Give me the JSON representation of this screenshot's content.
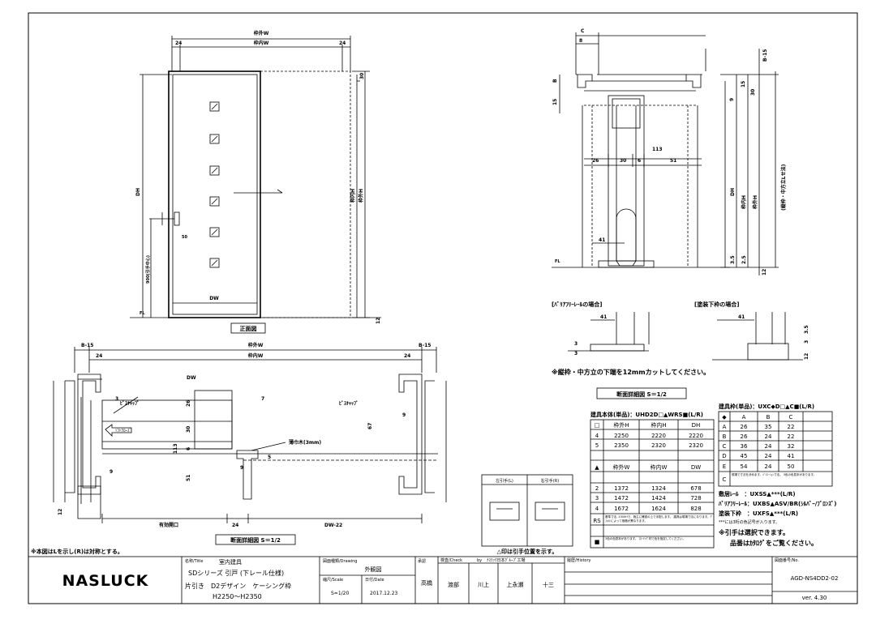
{
  "front_view": {
    "dim_frame_outer_w": "枠外W",
    "dim_frame_inner_w": "枠内W",
    "dim_24_left": "24",
    "dim_24_right": "24",
    "dim_30": "30",
    "dim_dh": "DH",
    "dim_frame_inner_h": "枠内H",
    "dim_frame_outer_h": "枠外H",
    "dim_50": "50",
    "dim_handle_center": "900(引手中心)",
    "dim_dw": "DW",
    "dim_12": "12",
    "fl": "FL",
    "caption": "正面図"
  },
  "section_top": {
    "c": "C",
    "eight": "8",
    "b15": "B-15",
    "b": "B",
    "fifteen": "15",
    "nine": "9",
    "fifteen2": "15",
    "thirty": "30",
    "d113": "113",
    "d26": "26",
    "d30": "30",
    "d6": "6",
    "d51": "51",
    "d41": "41",
    "dh": "DH",
    "inner_h": "枠内H",
    "outer_h": "枠外H",
    "note_vertical": "(縦枠・中方立Lせ法)",
    "d35": "3.5",
    "d25": "2.5",
    "d12": "12",
    "fl": "FL"
  },
  "subviews": {
    "barrier_title": "[ﾊﾞﾘｱﾌﾘｰﾚｰﾙの場合]",
    "paint_title": "[塗装下枠の場合]",
    "d41a": "41",
    "d41b": "41",
    "d3a": "3",
    "d3b": "3",
    "d35": "3.5",
    "d3c": "3",
    "d12": "12",
    "note": "※縦枠・中方立の下端を12mmカットしてください。",
    "caption": "断面詳細図 S＝1/2"
  },
  "section_plan": {
    "b15_left": "B-15",
    "b15_right": "B-15",
    "outer_w": "枠外W",
    "inner_w": "枠内W",
    "d24_left": "24",
    "d24_right": "24",
    "dw": "DW",
    "d3": "3",
    "screw_cap_left": "ﾋﾞｽｷｬｯﾌﾟ",
    "screw_cap_right": "ﾋﾞｽｷｬｯﾌﾟ",
    "soft_close": "ｿﾌﾄｸﾛｰｽﾞ",
    "d26": "26",
    "d7": "7",
    "d30": "30",
    "d113": "113",
    "d6": "6",
    "d51": "51",
    "d9a": "9",
    "d9b": "9",
    "d9c": "9",
    "d67": "67",
    "d5": "5",
    "d12": "12",
    "thin_wood": "薄巾木(3mm)",
    "eff_open": "有効開口",
    "d24": "24",
    "dw22": "DW-22",
    "caption": "断面詳細図 S＝1/2",
    "note": "※本図はLを示し(R)は対称とする。"
  },
  "table_h": {
    "title": "建具本体(単品)：UHD2D□▲WRS■(L/R)",
    "headers": [
      "□",
      "枠外H",
      "枠内H",
      "DH"
    ],
    "rows": [
      [
        "4",
        "2250",
        "2220",
        "2220"
      ],
      [
        "5",
        "2350",
        "2320",
        "2320"
      ]
    ],
    "headers2": [
      "▲",
      "枠外W",
      "枠内W",
      "DW"
    ],
    "rows2": [
      [
        "2",
        "1372",
        "1324",
        "678"
      ],
      [
        "3",
        "1472",
        "1424",
        "728"
      ],
      [
        "4",
        "1672",
        "1624",
        "828"
      ]
    ],
    "rs": "RS",
    "rs_note": "基準寸法, 1300Hで、施主に確認の上で手配します。 建具は現場寸法になります。ﾃﾞﾌｫﾙﾄによって価格が異なります。",
    "sq": "■",
    "sq_note": "3色の色見本があります。 ﾌﾛｰﾘﾝｸﾞ材で色を指定してください。"
  },
  "table_frame": {
    "title": "建具枠(単品)：UXC◆D□▲C■(L/R)",
    "headers": [
      "◆",
      "A",
      "B",
      "C"
    ],
    "rows": [
      [
        "A",
        "26",
        "35",
        "22"
      ],
      [
        "B",
        "26",
        "24",
        "22"
      ],
      [
        "C",
        "36",
        "24",
        "32"
      ],
      [
        "D",
        "45",
        "24",
        "41"
      ],
      [
        "E",
        "54",
        "24",
        "50"
      ]
    ],
    "c_label": "C",
    "c_note": "現場で寸法を決めます。ﾊﾞﾘｴｰｼｮﾝ寸法。 3色の色見本があります。"
  },
  "parts": {
    "rail": "敷居ﾚｰﾙ　：UXSS▲***(L/R)",
    "barrier": "ﾊﾞﾘｱﾌﾘｰﾚｰﾙ：UXBS▲ASV/BR(ｼﾙﾊﾞｰ/ﾌﾞﾛﾝｽﾞ)",
    "paint": "塗装下枠　：UXFS▲***(L/R)",
    "note3": "***には3桁の色記号が入ります。",
    "select": "※引手は選択できます。",
    "catalog": "品番はｶﾀﾛｸﾞをご覧ください。"
  },
  "handle_box": {
    "left": "左引手(L)",
    "right": "右引手(R)",
    "note": "△印は引手位置を示す。"
  },
  "title_block": {
    "logo": "NASLUCK",
    "name_label": "名称/Title",
    "name1": "室内建具",
    "name2": "SDシリーズ 引戸 (下レール仕様)",
    "name3": "片引き　D2デザイン　ケーシング枠",
    "name4": "H2250～H2350",
    "drawing_label": "図面種類/Drawing",
    "drawing": "外観図",
    "scale_label": "縮尺/Scale",
    "scale": "S=1/20",
    "date_label": "日付/Date",
    "date": "2017.12.23",
    "approve_label": "承認",
    "approve": "高橋",
    "check_label": "検査/Check",
    "check_by": "by",
    "check_note": "ﾅｽﾗｯｸ日本ｸﾞﾙｰﾌﾟ工場",
    "checkers": [
      "渡部",
      "川上",
      "上永瀬",
      "十三"
    ],
    "history_label": "履歴/History",
    "number_label": "図面番号/No.",
    "number": "AGD-NS4DD2-02",
    "version": "ver. 4.30"
  }
}
